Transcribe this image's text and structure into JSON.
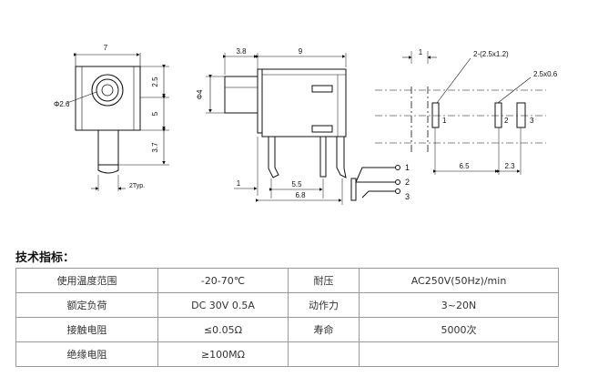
{
  "drawing": {
    "front_view": {
      "width_dim": "7",
      "hole_dim": "Φ2.6",
      "upper_height_dim": "2.5",
      "body_height_dim": "5",
      "pin_length_dim": "3.7",
      "pin_width_dim": "2Typ."
    },
    "side_view": {
      "nose_length_dim": "3.8",
      "body_length_dim": "9",
      "nose_diameter_dim": "Φ4",
      "offset_dim": "1",
      "pin_pitch_dim": "5.5",
      "pin_span_dim": "6.8"
    },
    "schematic": {
      "pins": [
        "1",
        "2",
        "3"
      ]
    },
    "pcb_layout": {
      "edge_dim": "1",
      "slot_note": "2-(2.5x1.2)",
      "pad_note": "2.5x0.6",
      "pad_labels": [
        "1",
        "2",
        "3"
      ],
      "spacing_1": "6.5",
      "spacing_2": "2.3"
    }
  },
  "specs": {
    "heading": "技术指标：",
    "rows": [
      {
        "label1": "使用温度范围",
        "value1": "-20-70℃",
        "label2": "耐压",
        "value2": "AC250V(50Hz)/min"
      },
      {
        "label1": "额定负荷",
        "value1": "DC 30V 0.5A",
        "label2": "动作力",
        "value2": "3~20N"
      },
      {
        "label1": "接触电阻",
        "value1": "≤0.05Ω",
        "label2": "寿命",
        "value2": "5000次"
      },
      {
        "label1": "绝缘电阻",
        "value1": "≥100MΩ",
        "label2": "",
        "value2": ""
      }
    ]
  }
}
